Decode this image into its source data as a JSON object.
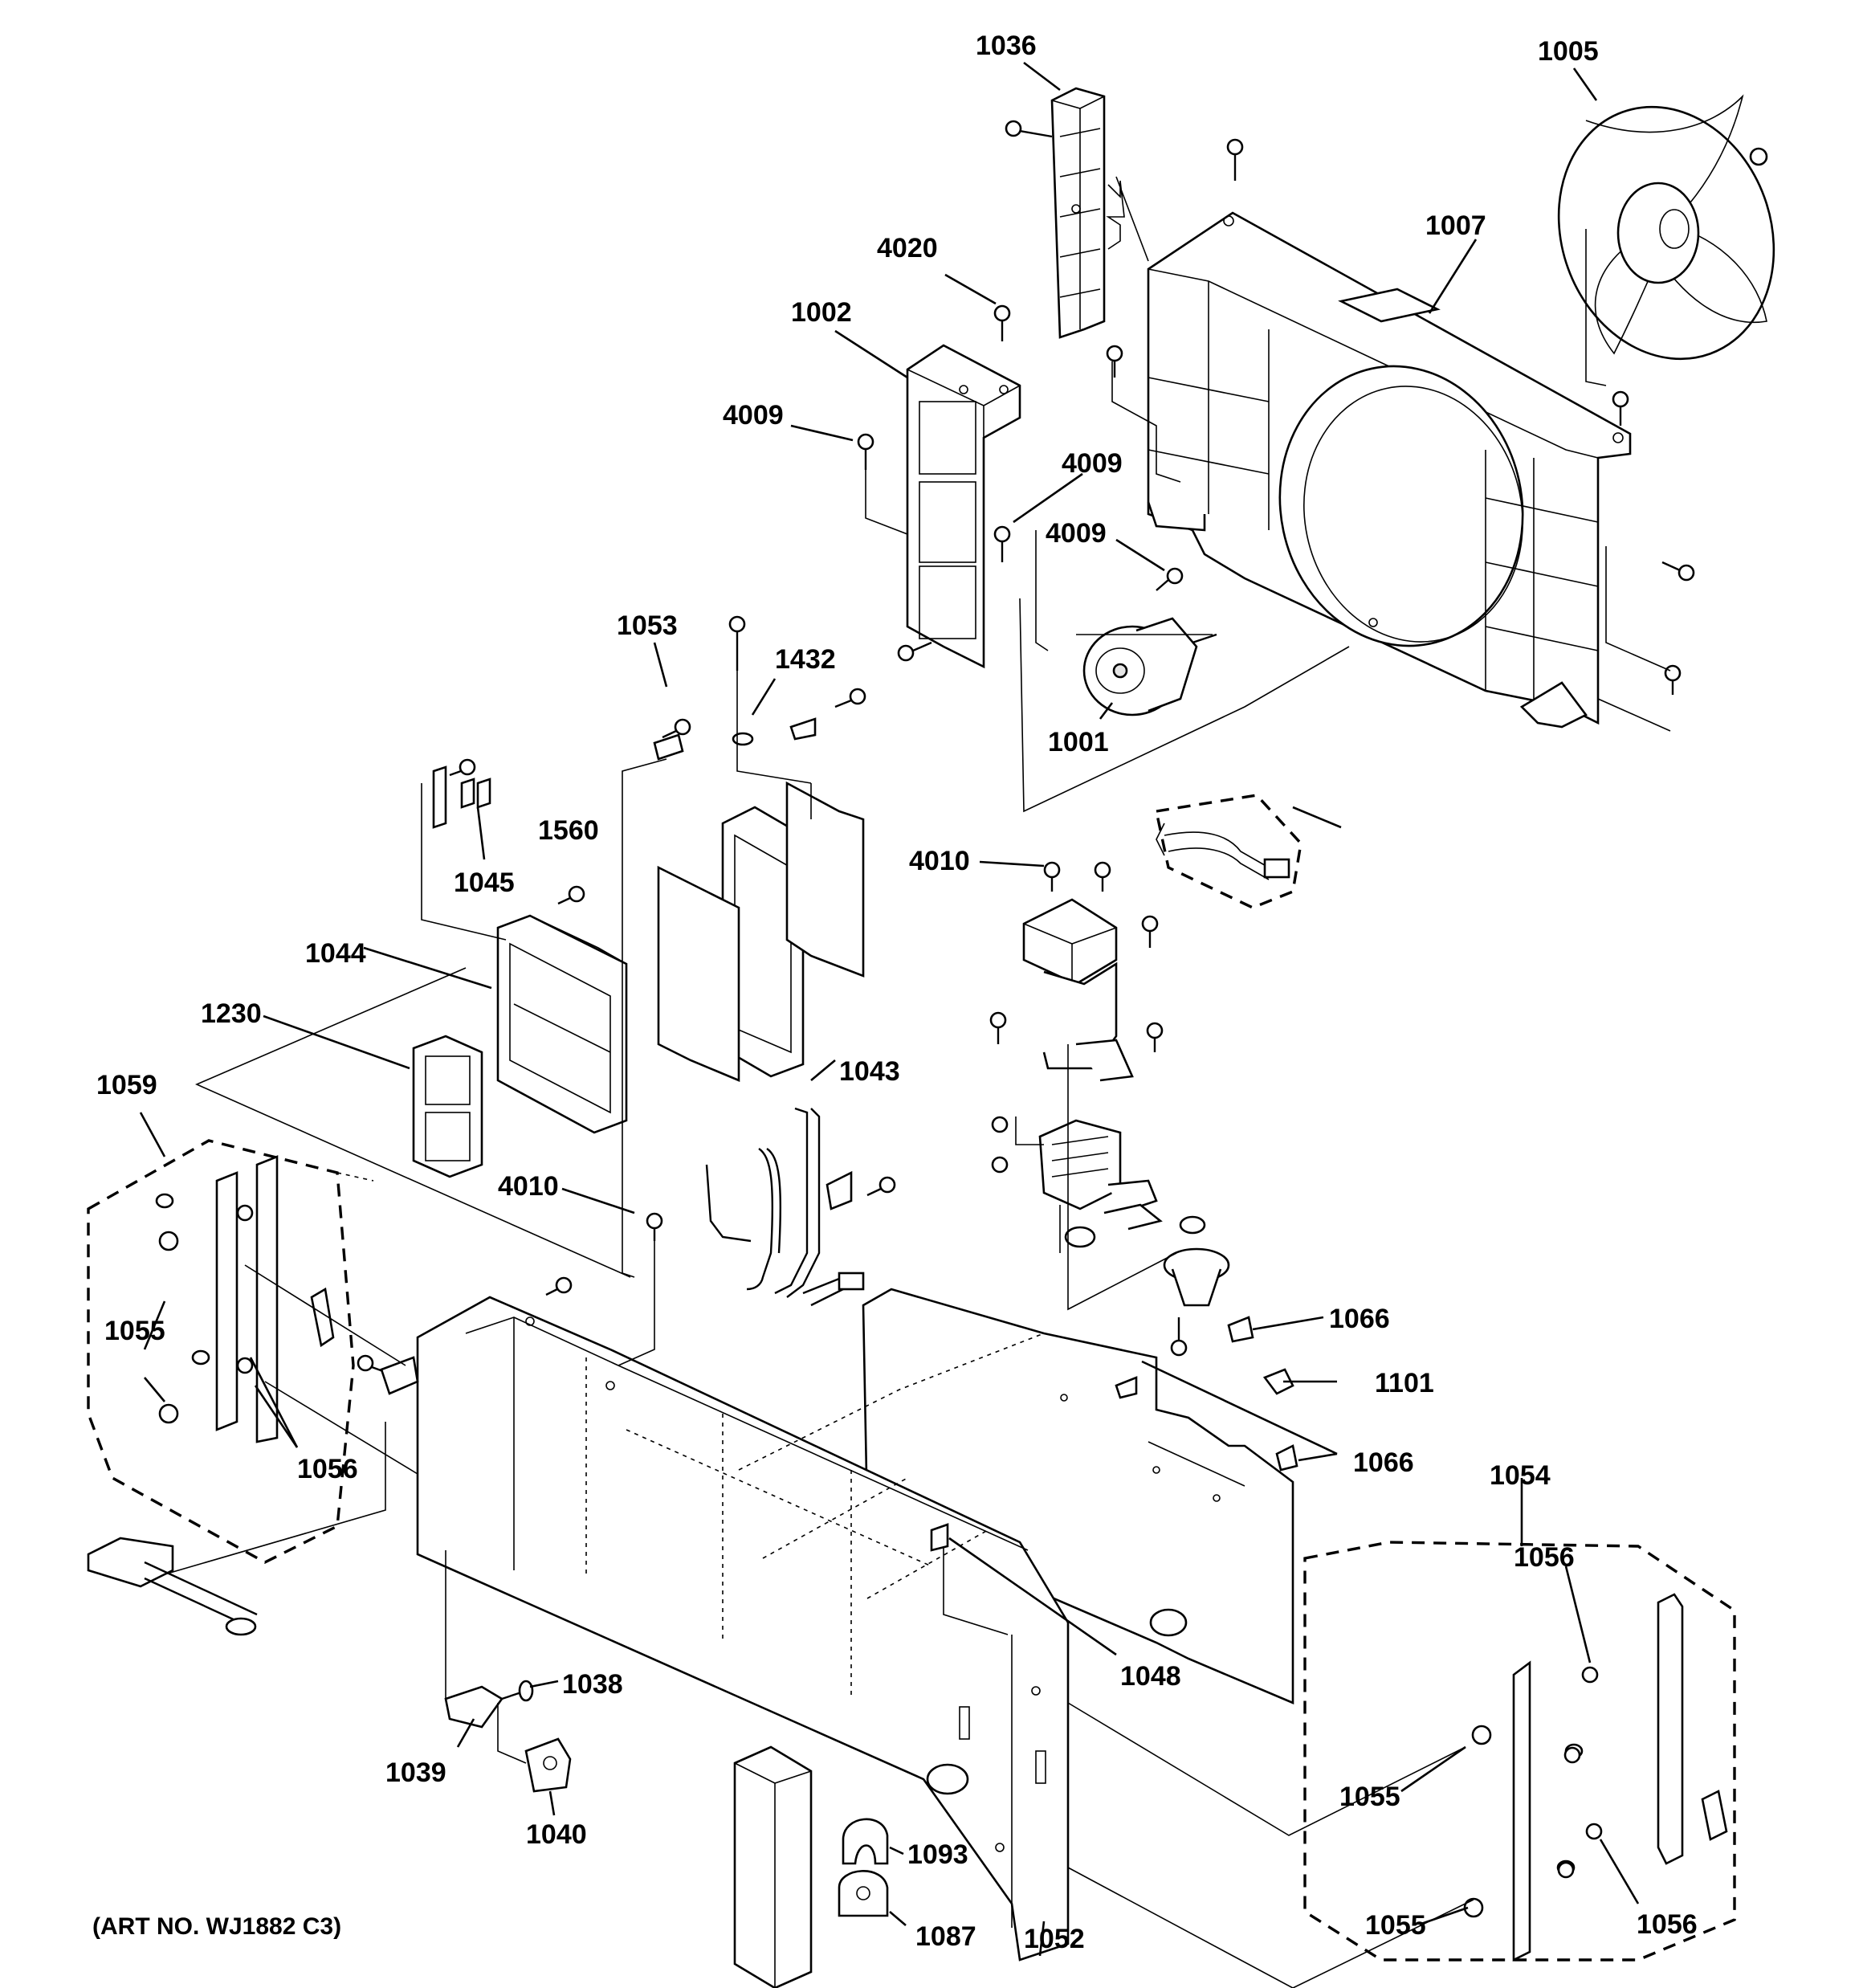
{
  "art_number": "(ART NO. WJ1882 C3)",
  "callouts": [
    {
      "id": "c1036",
      "text": "1036"
    },
    {
      "id": "c1005",
      "text": "1005"
    },
    {
      "id": "c1007",
      "text": "1007"
    },
    {
      "id": "c4020",
      "text": "4020"
    },
    {
      "id": "c1002",
      "text": "1002"
    },
    {
      "id": "c4009a",
      "text": "4009"
    },
    {
      "id": "c4009b",
      "text": "4009"
    },
    {
      "id": "c4009c",
      "text": "4009"
    },
    {
      "id": "c1053",
      "text": "1053"
    },
    {
      "id": "c1432",
      "text": "1432"
    },
    {
      "id": "c1001",
      "text": "1001"
    },
    {
      "id": "c1560",
      "text": "1560"
    },
    {
      "id": "c1045",
      "text": "1045"
    },
    {
      "id": "c4010a",
      "text": "4010"
    },
    {
      "id": "c1044",
      "text": "1044"
    },
    {
      "id": "c1230",
      "text": "1230"
    },
    {
      "id": "c1043",
      "text": "1043"
    },
    {
      "id": "c1059",
      "text": "1059"
    },
    {
      "id": "c4010b",
      "text": "4010"
    },
    {
      "id": "c1055a",
      "text": "1055"
    },
    {
      "id": "c1056a",
      "text": "1056"
    },
    {
      "id": "c1066a",
      "text": "1066"
    },
    {
      "id": "c1101",
      "text": "1101"
    },
    {
      "id": "c1066b",
      "text": "1066"
    },
    {
      "id": "c1054",
      "text": "1054"
    },
    {
      "id": "c1056b",
      "text": "1056"
    },
    {
      "id": "c1048",
      "text": "1048"
    },
    {
      "id": "c1038",
      "text": "1038"
    },
    {
      "id": "c1039",
      "text": "1039"
    },
    {
      "id": "c1040",
      "text": "1040"
    },
    {
      "id": "c1055b",
      "text": "1055"
    },
    {
      "id": "c1093",
      "text": "1093"
    },
    {
      "id": "c1056c",
      "text": "1056"
    },
    {
      "id": "c1087",
      "text": "1087"
    },
    {
      "id": "c1052",
      "text": "1052"
    },
    {
      "id": "c1055c",
      "text": "1055"
    }
  ]
}
